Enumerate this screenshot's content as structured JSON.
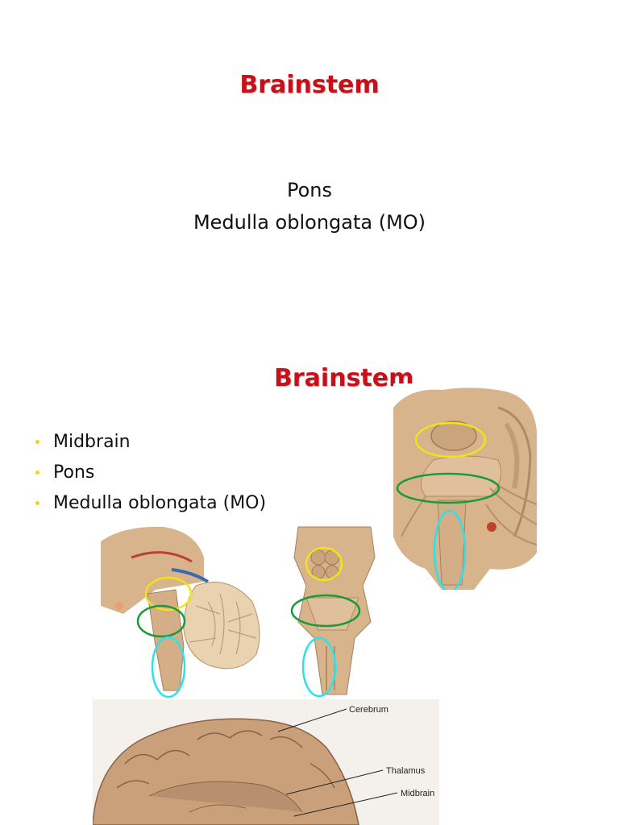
{
  "slide1": {
    "title": "Brainstem",
    "lines": [
      "Pons",
      "Medulla oblongata (MO)"
    ]
  },
  "slide2": {
    "title": "Brainstem",
    "bullets": [
      "Midbrain",
      "Pons",
      "Medulla oblongata (MO)"
    ],
    "bullet_color": "#f2d21a"
  },
  "brain_labels": [
    "Cerebrum",
    "Thalamus",
    "Midbrain"
  ],
  "colors": {
    "title_red": "#c8101a",
    "midbrain_outline": "#f2e21a",
    "pons_outline": "#1a9a3a",
    "medulla_outline": "#2fe0e8",
    "tissue": "#d9b48e"
  }
}
